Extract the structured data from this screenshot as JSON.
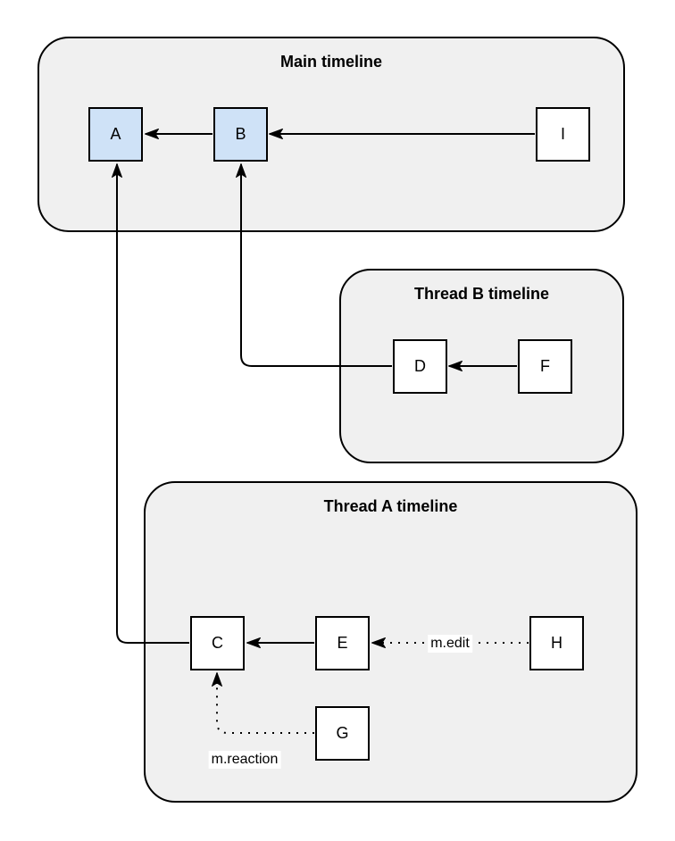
{
  "groups": {
    "main": {
      "title": "Main timeline"
    },
    "thread_b": {
      "title": "Thread B timeline"
    },
    "thread_a": {
      "title": "Thread A timeline"
    }
  },
  "nodes": {
    "A": {
      "label": "A",
      "fill": "highlight",
      "group": "main"
    },
    "B": {
      "label": "B",
      "fill": "highlight",
      "group": "main"
    },
    "I": {
      "label": "I",
      "fill": "default",
      "group": "main"
    },
    "D": {
      "label": "D",
      "fill": "default",
      "group": "thread_b"
    },
    "F": {
      "label": "F",
      "fill": "default",
      "group": "thread_b"
    },
    "C": {
      "label": "C",
      "fill": "default",
      "group": "thread_a"
    },
    "E": {
      "label": "E",
      "fill": "default",
      "group": "thread_a"
    },
    "H": {
      "label": "H",
      "fill": "default",
      "group": "thread_a"
    },
    "G": {
      "label": "G",
      "fill": "default",
      "group": "thread_a"
    }
  },
  "edges": [
    {
      "from": "B",
      "to": "A",
      "style": "solid",
      "label": ""
    },
    {
      "from": "I",
      "to": "B",
      "style": "solid",
      "label": ""
    },
    {
      "from": "F",
      "to": "D",
      "style": "solid",
      "label": ""
    },
    {
      "from": "D",
      "to": "B",
      "style": "solid",
      "label": ""
    },
    {
      "from": "E",
      "to": "C",
      "style": "solid",
      "label": ""
    },
    {
      "from": "C",
      "to": "A",
      "style": "solid",
      "label": ""
    },
    {
      "from": "H",
      "to": "E",
      "style": "dotted",
      "label": "m.edit"
    },
    {
      "from": "G",
      "to": "C",
      "style": "dotted",
      "label": "m.reaction"
    }
  ],
  "edge_labels": {
    "m_edit": "m.edit",
    "m_reaction": "m.reaction"
  },
  "colors": {
    "group_fill": "#f0f0f0",
    "group_border": "#000000",
    "node_fill": "#ffffff",
    "node_fill_highlight": "#cfe2f7",
    "node_border": "#000000",
    "arrow": "#000000",
    "label_bg": "#ffffff",
    "text": "#000000"
  }
}
